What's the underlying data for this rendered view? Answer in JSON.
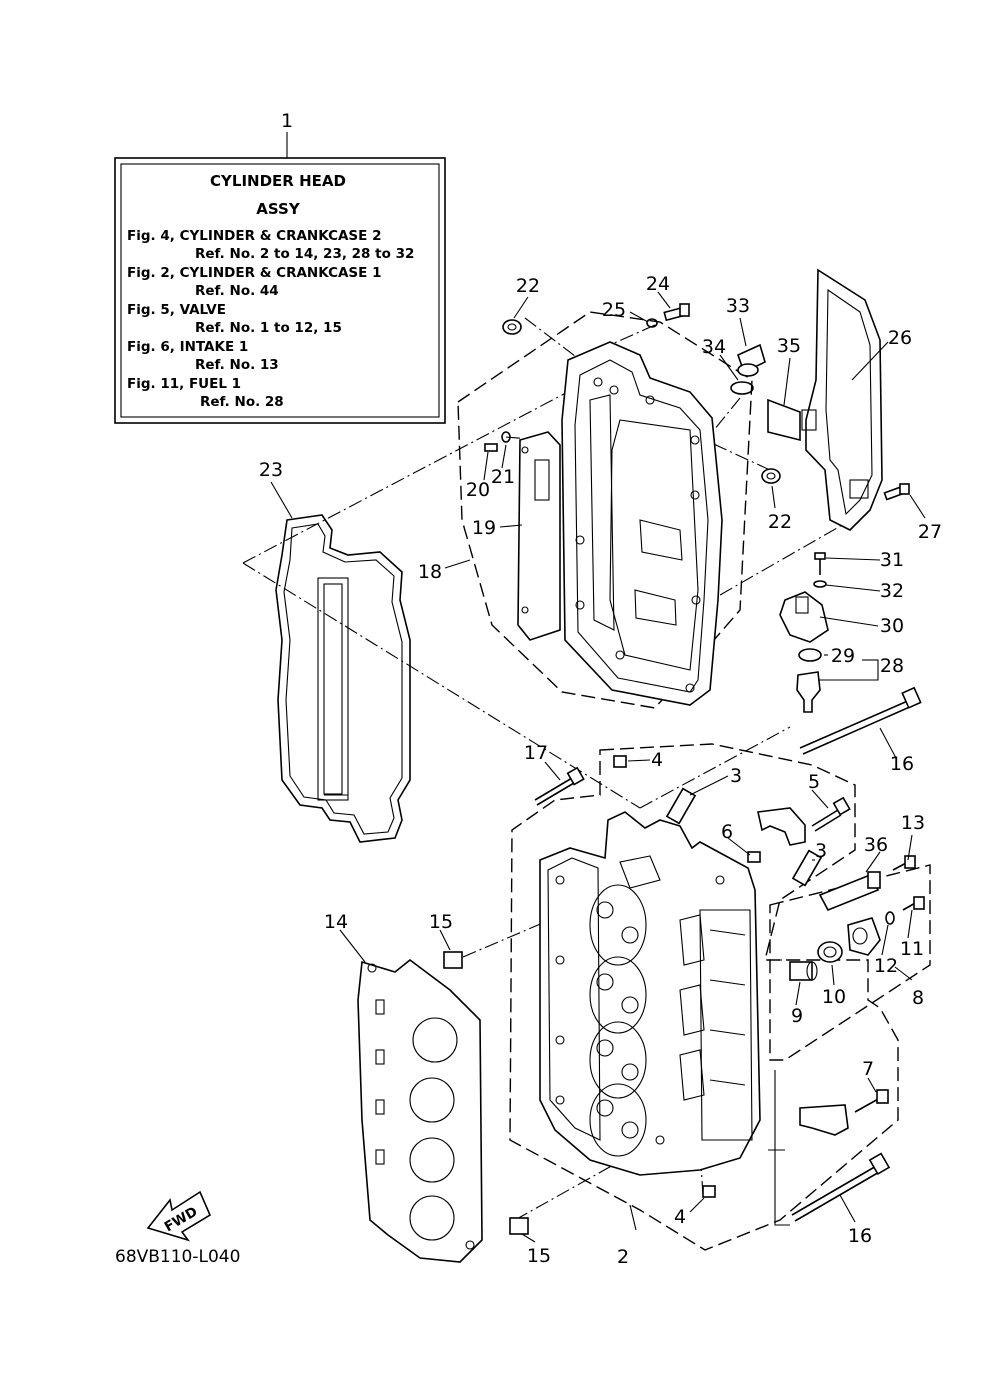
{
  "reference_box": {
    "title_line1": "CYLINDER HEAD",
    "title_line2": "ASSY",
    "lines": [
      "Fig. 4, CYLINDER & CRANKCASE 2",
      "Ref. No. 2 to 14, 23, 28 to 32",
      "Fig. 2, CYLINDER & CRANKCASE 1",
      "Ref. No. 44",
      "Fig. 5, VALVE",
      "Ref. No. 1 to 12, 15",
      "Fig. 6, INTAKE 1",
      "Ref. No. 13",
      "Fig. 11, FUEL 1",
      "Ref. No. 28"
    ]
  },
  "callouts": {
    "c1": "1",
    "c2": "2",
    "c3a": "3",
    "c3b": "3",
    "c4a": "4",
    "c4b": "4",
    "c5": "5",
    "c6": "6",
    "c7": "7",
    "c8": "8",
    "c9": "9",
    "c10": "10",
    "c11": "11",
    "c12": "12",
    "c13": "13",
    "c14": "14",
    "c15a": "15",
    "c15b": "15",
    "c16a": "16",
    "c16b": "16",
    "c17": "17",
    "c18": "18",
    "c19": "19",
    "c20": "20",
    "c21": "21",
    "c22a": "22",
    "c22b": "22",
    "c23": "23",
    "c24": "24",
    "c25": "25",
    "c26": "26",
    "c27": "27",
    "c28": "28",
    "c29": "29",
    "c30": "30",
    "c31": "31",
    "c32": "32",
    "c33": "33",
    "c34": "34",
    "c35": "35",
    "c36": "36"
  },
  "forward_marker": "FWD",
  "drawing_code": "68VB110-L040"
}
